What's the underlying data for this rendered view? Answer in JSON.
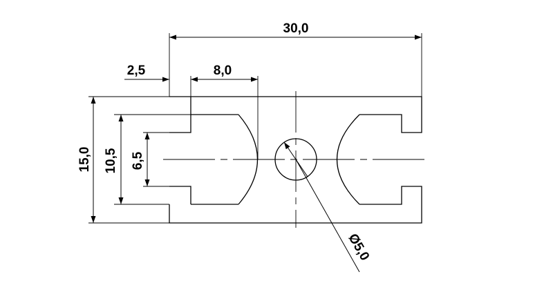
{
  "dimensions": {
    "overall_width": "30,0",
    "edge_offset": "2,5",
    "slot_depth": "8,0",
    "overall_height": "15,0",
    "slot_height": "10,5",
    "slot_opening": "6,5",
    "hole_diameter": "Ø5,0"
  },
  "colors": {
    "line": "#000000",
    "background": "#ffffff"
  }
}
